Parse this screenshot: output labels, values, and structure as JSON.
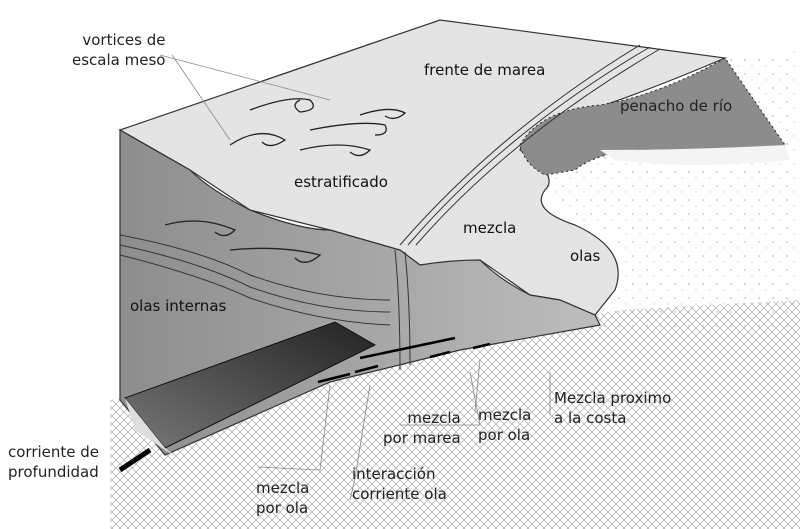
{
  "labels": {
    "vortices": [
      "vortices de",
      "escala meso"
    ],
    "frente": "frente de marea",
    "penacho": "penacho de río",
    "estratificado": "estratificado",
    "mezcla": "mezcla",
    "olas": "olas",
    "olas_internas": "olas internas",
    "corriente": [
      "corriente de",
      "profundidad"
    ],
    "mezcla_ola_1": [
      "mezcla",
      "por ola"
    ],
    "interaccion": [
      "interacción",
      "corriente ola"
    ],
    "mezcla_marea": [
      "mezcla",
      "por marea"
    ],
    "mezcla_ola_2": [
      "mezcla",
      "por ola"
    ],
    "costa": [
      "Mezcla proximo",
      "a la costa"
    ]
  },
  "colors": {
    "top": "#e6e6e6",
    "front": "#a8a8a8",
    "plume": "#8c8c8c",
    "channel": "#333333",
    "beach": "#f4f4f4"
  }
}
